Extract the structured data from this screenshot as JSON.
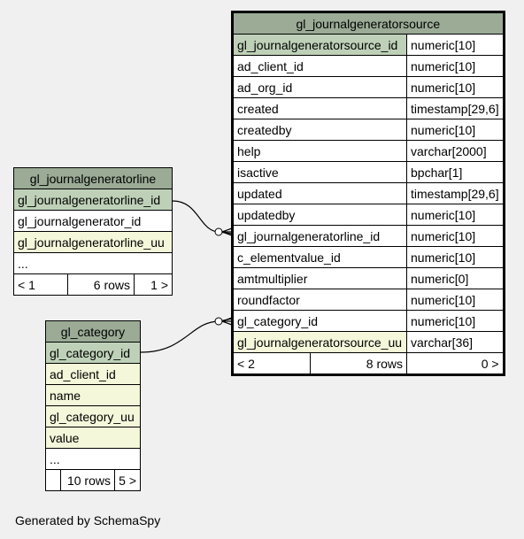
{
  "source": {
    "title": "gl_journalgeneratorsource",
    "columns": [
      {
        "name": "gl_journalgeneratorsource_id",
        "type": "numeric[10]"
      },
      {
        "name": "ad_client_id",
        "type": "numeric[10]"
      },
      {
        "name": "ad_org_id",
        "type": "numeric[10]"
      },
      {
        "name": "created",
        "type": "timestamp[29,6]"
      },
      {
        "name": "createdby",
        "type": "numeric[10]"
      },
      {
        "name": "help",
        "type": "varchar[2000]"
      },
      {
        "name": "isactive",
        "type": "bpchar[1]"
      },
      {
        "name": "updated",
        "type": "timestamp[29,6]"
      },
      {
        "name": "updatedby",
        "type": "numeric[10]"
      },
      {
        "name": "gl_journalgeneratorline_id",
        "type": "numeric[10]"
      },
      {
        "name": "c_elementvalue_id",
        "type": "numeric[10]"
      },
      {
        "name": "amtmultiplier",
        "type": "numeric[0]"
      },
      {
        "name": "roundfactor",
        "type": "numeric[10]"
      },
      {
        "name": "gl_category_id",
        "type": "numeric[10]"
      },
      {
        "name": "gl_journalgeneratorsource_uu",
        "type": "varchar[36]"
      }
    ],
    "footer": {
      "parents": "< 2",
      "rows": "8 rows",
      "children": "0 >"
    }
  },
  "line": {
    "title": "gl_journalgeneratorline",
    "columns": [
      "gl_journalgeneratorline_id",
      "gl_journalgenerator_id",
      "gl_journalgeneratorline_uu"
    ],
    "ellipsis": "...",
    "footer": {
      "parents": "< 1",
      "rows": "6 rows",
      "children": "1 >"
    }
  },
  "category": {
    "title": "gl_category",
    "columns": [
      "gl_category_id",
      "ad_client_id",
      "name",
      "gl_category_uu",
      "value"
    ],
    "ellipsis": "...",
    "footer": {
      "parents": "",
      "rows": "10 rows",
      "children": "5 >"
    }
  },
  "generated_by": "Generated by SchemaSpy"
}
